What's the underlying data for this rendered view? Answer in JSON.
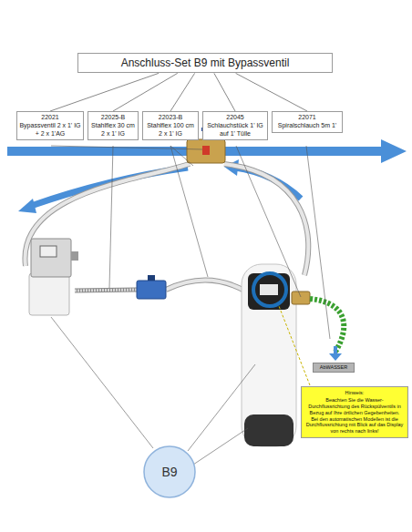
{
  "diagram": {
    "nodes": [
      {
        "text": [
          "Anschluss-Set B9 mit Bypassventil"
        ]
      },
      {
        "text": [
          "22021",
          "Bypassventil 2 x 1' IG + 2 x 1'AG"
        ]
      },
      {
        "text": [
          "22025-B",
          "Stahlflex 30 cm 2 x 1' IG"
        ]
      },
      {
        "text": [
          "22023-B",
          "Stahlflex 100 cm 2 x 1' IG"
        ]
      },
      {
        "text": [
          "22045",
          "Schlauchstück 1' IG auf 1' Tülle"
        ]
      },
      {
        "text": [
          "22071",
          "Spiralschlauch 5m 1'"
        ]
      },
      {
        "text": [
          "AbWASSER"
        ]
      },
      {
        "text": [
          "Hinweis:",
          "Beachten Sie die Wasser- Durchflussrichtung des Rückspülventils in Bezug auf Ihre örtlichen Gegebenheiten. Bei den automatischen Modellen ist die Durchflussrichtung mit Blick auf das Display von rechts nach links!"
        ]
      },
      {
        "text": [
          "B9"
        ]
      }
    ],
    "edges": [
      {
        "from": 0,
        "to": 1,
        "arrow": "none"
      },
      {
        "from": 0,
        "to": 2,
        "arrow": "none"
      },
      {
        "from": 0,
        "to": 3,
        "arrow": "none"
      },
      {
        "from": 0,
        "to": 4,
        "arrow": "none"
      },
      {
        "from": 0,
        "to": 5,
        "arrow": "none"
      }
    ]
  }
}
